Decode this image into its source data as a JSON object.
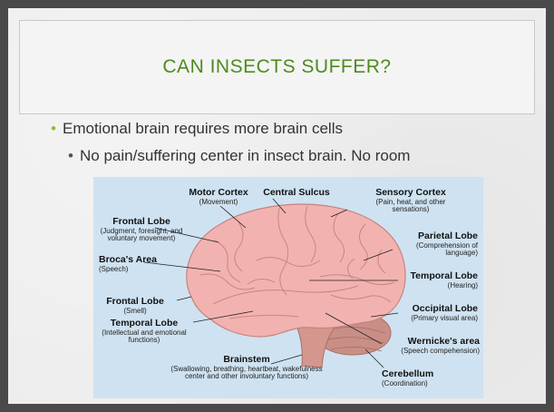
{
  "slide": {
    "title": "CAN INSECTS SUFFER?",
    "bullets": [
      {
        "level": 1,
        "text": "Emotional brain requires more brain cells"
      },
      {
        "level": 2,
        "text": "No pain/suffering center in insect brain. No room"
      }
    ],
    "colors": {
      "title": "#4f8a1e",
      "bullet_marker": "#8bbf3a",
      "frame": "#4a4a4a",
      "figure_bg": "#cfe2f1",
      "brain": "#f2b3b0"
    }
  },
  "figure": {
    "labels": {
      "motor_cortex": {
        "title": "Motor Cortex",
        "sub": "(Movement)"
      },
      "central_sulcus": {
        "title": "Central Sulcus",
        "sub": ""
      },
      "sensory_cortex": {
        "title": "Sensory Cortex",
        "sub": "(Pain, heat, and other sensations)"
      },
      "frontal_lobe_top": {
        "title": "Frontal Lobe",
        "sub": "(Judgment, foresight, and voluntary movement)"
      },
      "parietal_lobe": {
        "title": "Parietal Lobe",
        "sub": "(Comprehension of language)"
      },
      "brocas_area": {
        "title": "Broca's Area",
        "sub": "(Speech)"
      },
      "temporal_lobe_right": {
        "title": "Temporal Lobe",
        "sub": "(Hearing)"
      },
      "frontal_lobe_bottom": {
        "title": "Frontal Lobe",
        "sub": "(Smell)"
      },
      "occipital_lobe": {
        "title": "Occipital Lobe",
        "sub": "(Primary visual area)"
      },
      "temporal_lobe_left": {
        "title": "Temporal Lobe",
        "sub": "(Intellectual and emotional functions)"
      },
      "wernickes_area": {
        "title": "Wernicke's area",
        "sub": "(Speech compehension)"
      },
      "brainstem": {
        "title": "Brainstem",
        "sub": "(Swallowing, breathing, heartbeat, wakefulness center and other involuntary functions)"
      },
      "cerebellum": {
        "title": "Cerebellum",
        "sub": "(Coordination)"
      }
    }
  }
}
